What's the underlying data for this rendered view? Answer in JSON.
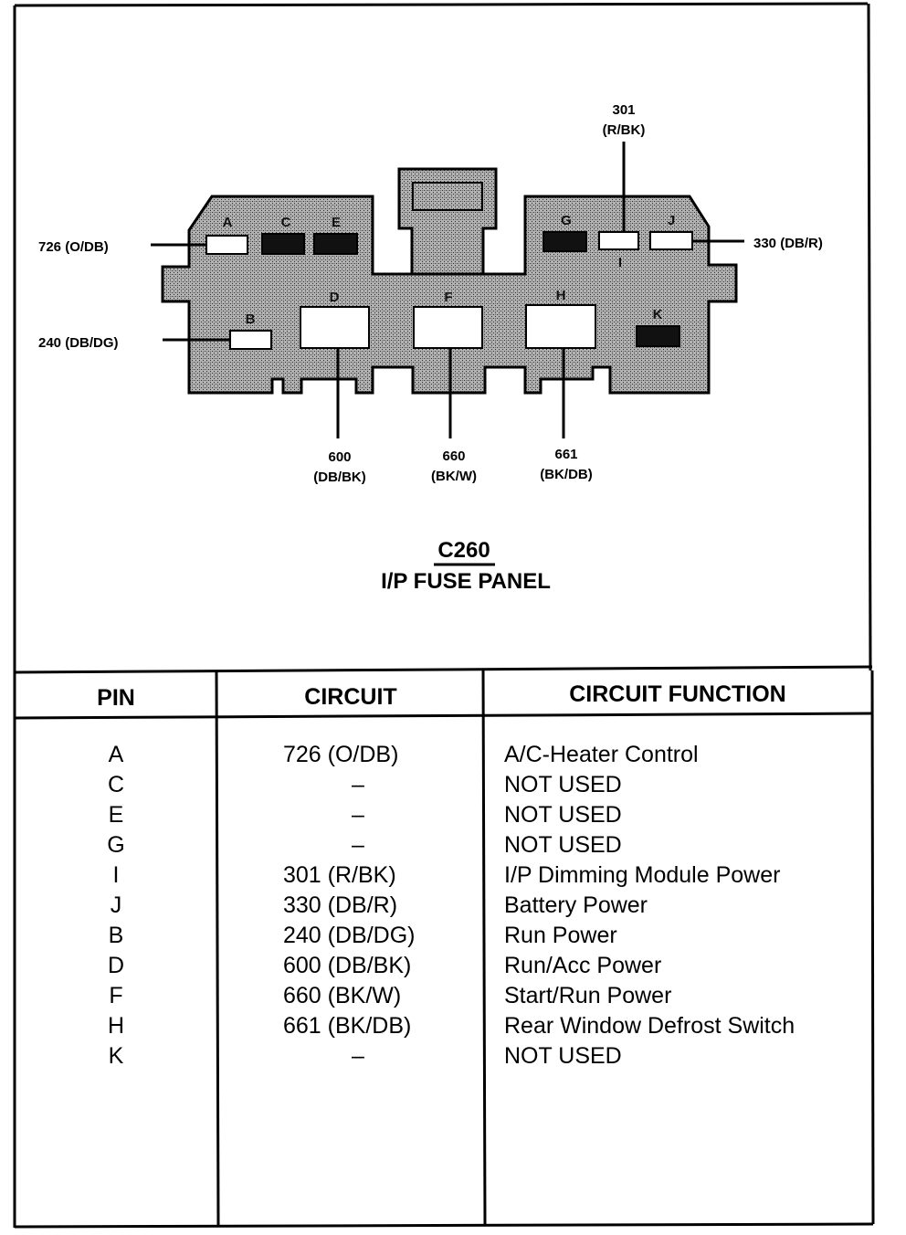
{
  "connector": {
    "id": "C260",
    "name": "I/P FUSE PANEL"
  },
  "pin_letters_on_diagram": [
    "A",
    "C",
    "E",
    "G",
    "I",
    "J",
    "B",
    "D",
    "F",
    "H",
    "K"
  ],
  "callouts": [
    {
      "pin": "A",
      "circuit": "726",
      "color": "(O/DB)"
    },
    {
      "pin": "B",
      "circuit": "240",
      "color": "(DB/DG)"
    },
    {
      "pin": "I",
      "circuit": "301",
      "color": "(R/BK)"
    },
    {
      "pin": "J",
      "circuit": "330",
      "color": "(DB/R)"
    },
    {
      "pin": "D",
      "circuit": "600",
      "color": "(DB/BK)"
    },
    {
      "pin": "F",
      "circuit": "660",
      "color": "(BK/W)"
    },
    {
      "pin": "H",
      "circuit": "661",
      "color": "(BK/DB)"
    }
  ],
  "table": {
    "headers": [
      "PIN",
      "CIRCUIT",
      "CIRCUIT FUNCTION"
    ],
    "rows": [
      {
        "pin": "A",
        "circuit": "726  (O/DB)",
        "function": "A/C-Heater Control"
      },
      {
        "pin": "C",
        "circuit": "–",
        "function": "NOT USED"
      },
      {
        "pin": "E",
        "circuit": "–",
        "function": "NOT USED"
      },
      {
        "pin": "G",
        "circuit": "–",
        "function": "NOT USED"
      },
      {
        "pin": "I",
        "circuit": "301  (R/BK)",
        "function": "I/P Dimming Module Power"
      },
      {
        "pin": "J",
        "circuit": "330  (DB/R)",
        "function": "Battery Power"
      },
      {
        "pin": "B",
        "circuit": "240  (DB/DG)",
        "function": "Run Power"
      },
      {
        "pin": "D",
        "circuit": "600  (DB/BK)",
        "function": "Run/Acc Power"
      },
      {
        "pin": "F",
        "circuit": "660  (BK/W)",
        "function": "Start/Run Power"
      },
      {
        "pin": "H",
        "circuit": "661  (BK/DB)",
        "function": "Rear Window Defrost Switch"
      },
      {
        "pin": "K",
        "circuit": "–",
        "function": "NOT USED"
      }
    ]
  },
  "colors": {
    "connector_fill": "#9a9a9a",
    "ink": "#000000",
    "paper": "#ffffff"
  }
}
